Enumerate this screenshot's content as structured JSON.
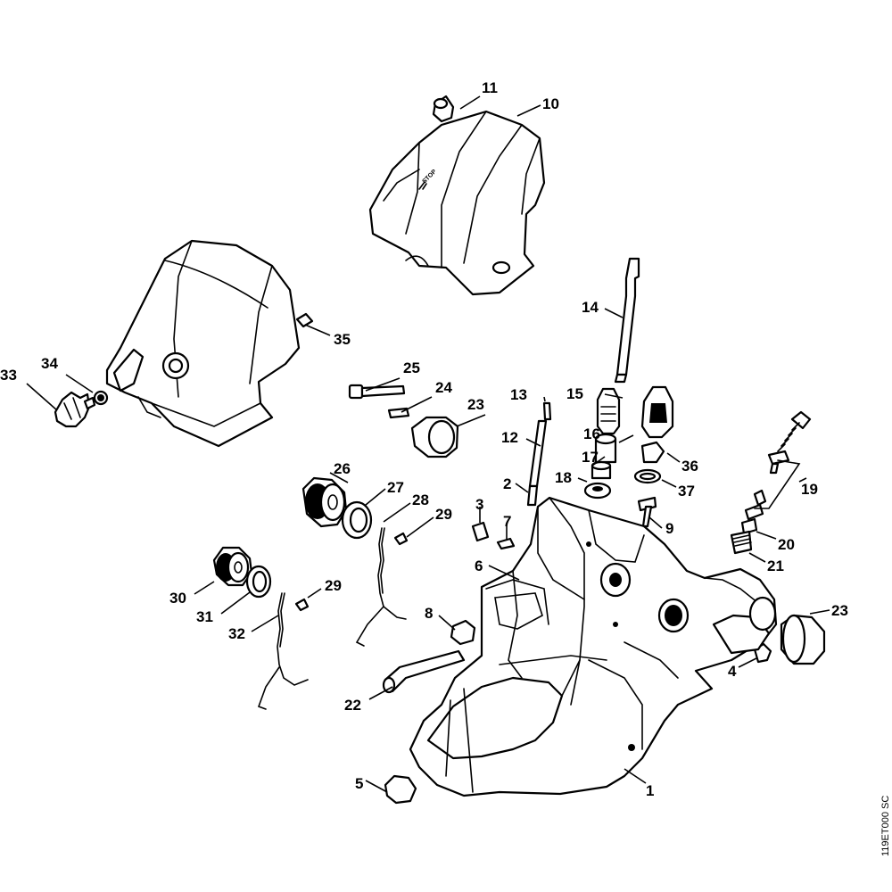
{
  "diagram": {
    "drawing_id": "119ET000 SC",
    "cover_marking": "STOP",
    "callouts": {
      "n1": "1",
      "n2": "2",
      "n3": "3",
      "n4": "4",
      "n5": "5",
      "n6": "6",
      "n7": "7",
      "n8": "8",
      "n9": "9",
      "n10": "10",
      "n11": "11",
      "n12": "12",
      "n13": "13",
      "n14": "14",
      "n15": "15",
      "n16": "16",
      "n17": "17",
      "n18": "18",
      "n19": "19",
      "n20": "20",
      "n21": "21",
      "n22": "22",
      "n23a": "23",
      "n23b": "23",
      "n24": "24",
      "n25": "25",
      "n26": "26",
      "n27": "27",
      "n28": "28",
      "n29a": "29",
      "n29b": "29",
      "n30": "30",
      "n31": "31",
      "n32": "32",
      "n33": "33",
      "n34": "34",
      "n35": "35",
      "n36": "36",
      "n37": "37"
    }
  }
}
